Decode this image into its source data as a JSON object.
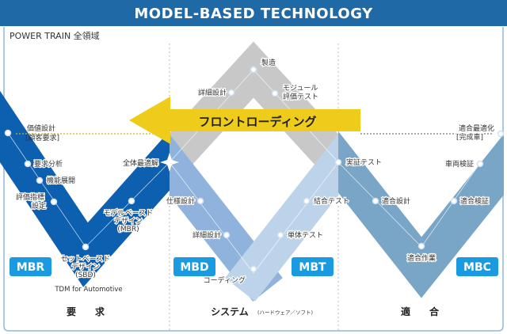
{
  "header": {
    "title": "MODEL-BASED TECHNOLOGY"
  },
  "subtitle": "POWER TRAIN 全領域",
  "arrow": {
    "label": "フロントローディング"
  },
  "mbr": {
    "badge": "MBR",
    "nodes": {
      "value_design": [
        "価値設計",
        "[顧客要求]"
      ],
      "req_analysis": "要求分析",
      "func_deploy": "機能展開",
      "eval_index": [
        "評価指標",
        "設定"
      ],
      "sbd": [
        "セットベースド",
        "デザイン",
        "(SBD)"
      ],
      "mbr_design": [
        "モデルベースド",
        "デザイン",
        "(MBR)"
      ],
      "optimum": "全体最適解"
    },
    "note": "TDM for Automotive"
  },
  "gray": {
    "nodes": {
      "detail": "詳細設計",
      "mfg": "製造",
      "module_test": [
        "モジュール",
        "評価テスト"
      ]
    }
  },
  "mbd": {
    "badge": "MBD",
    "nodes": {
      "spec": "仕様設計",
      "detail": "詳細設計",
      "coding": "コーディング"
    }
  },
  "mbt": {
    "badge": "MBT",
    "nodes": {
      "unit": "単体テスト",
      "integration": "結合テスト",
      "verification": "実証テスト"
    }
  },
  "mbc": {
    "badge": "MBC",
    "nodes": {
      "cal_design": "適合設計",
      "cal_work": "適合作業",
      "cal_verify": "適合検証",
      "vehicle": "車両検証",
      "cal_opt": [
        "適合最適化",
        "[完成車]"
      ]
    }
  },
  "bottom": {
    "requirements": "要　　求",
    "system": "システム",
    "system_note": "(ハードウェア／ソフト)",
    "calibration": "適　　合"
  },
  "colors": {
    "header": "#1f6aa6",
    "mbr_band": "#0d5fb0",
    "mbd_band": "#8fb3dc",
    "mbt_band": "#bcd3ea",
    "mbc_band": "#79a6c6",
    "gray_band": "#c8c8c8",
    "arrow": "#f0cc1a",
    "badge": "#1a9ae0"
  }
}
